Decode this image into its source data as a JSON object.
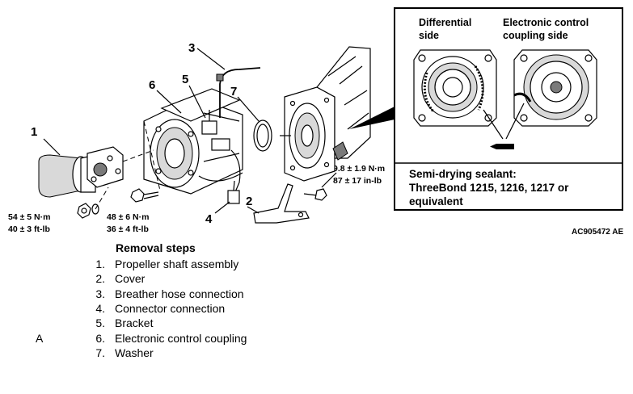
{
  "callouts": {
    "c1": "1",
    "c2": "2",
    "c3": "3",
    "c4": "4",
    "c5": "5",
    "c6": "6",
    "c7": "7"
  },
  "torque_specs": {
    "t1_nm": "54 ± 5 N·m",
    "t1_ftlb": "40 ± 3 ft-lb",
    "t2_nm": "48 ± 6 N·m",
    "t2_ftlb": "36 ± 4 ft-lb",
    "t3_nm": "9.8 ± 1.9 N·m",
    "t3_inlb": "87 ± 17 in-lb"
  },
  "inset": {
    "left_label_line1": "Differential",
    "left_label_line2": "side",
    "right_label_line1": "Electronic control",
    "right_label_line2": "coupling side",
    "sealant_line1": "Semi-drying sealant:",
    "sealant_line2": "ThreeBond 1215, 1216, 1217 or",
    "sealant_line3": "equivalent"
  },
  "figure_code": "AC905472 AE",
  "removal": {
    "title": "Removal steps",
    "steps": [
      {
        "ref": "",
        "num": "1.",
        "label": "Propeller shaft assembly"
      },
      {
        "ref": "",
        "num": "2.",
        "label": "Cover"
      },
      {
        "ref": "",
        "num": "3.",
        "label": "Breather hose connection"
      },
      {
        "ref": "",
        "num": "4.",
        "label": "Connector connection"
      },
      {
        "ref": "",
        "num": "5.",
        "label": "Bracket"
      },
      {
        "ref": "A",
        "num": "6.",
        "label": "Electronic control coupling"
      },
      {
        "ref": "",
        "num": "7.",
        "label": "Washer"
      }
    ]
  }
}
